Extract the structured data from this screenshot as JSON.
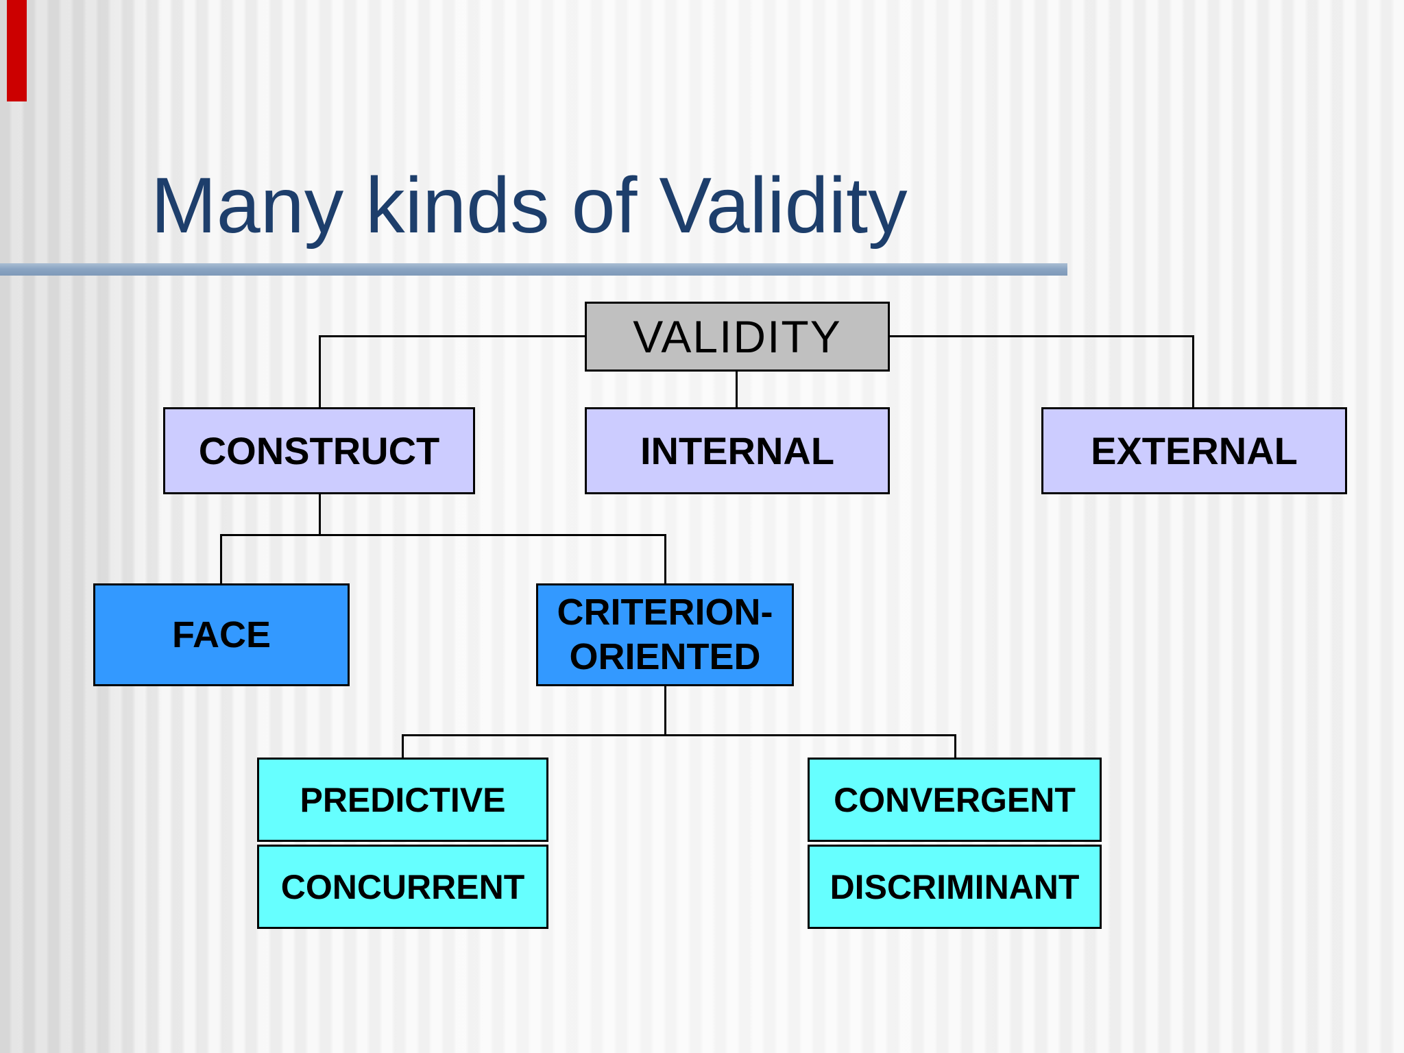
{
  "slide": {
    "title": "Many kinds of Validity",
    "title_color": "#1d3e6b",
    "accent_bar_color": "#cc0000",
    "rule_color": "#8ba5c3",
    "connector_color": "#000000",
    "nodes": {
      "validity": {
        "label": "VALIDITY",
        "fill": "#c0c0c0"
      },
      "construct": {
        "label": "CONSTRUCT",
        "fill": "#ccccff"
      },
      "internal": {
        "label": "INTERNAL",
        "fill": "#ccccff"
      },
      "external": {
        "label": "EXTERNAL",
        "fill": "#ccccff"
      },
      "face": {
        "label": "FACE",
        "fill": "#3399ff"
      },
      "criterion": {
        "label_line1": "CRITERION-",
        "label_line2": "ORIENTED",
        "fill": "#3399ff"
      },
      "predictive": {
        "label": "PREDICTIVE",
        "fill": "#66ffff"
      },
      "concurrent": {
        "label": "CONCURRENT",
        "fill": "#66ffff"
      },
      "convergent": {
        "label": "CONVERGENT",
        "fill": "#66ffff"
      },
      "discriminant": {
        "label": "DISCRIMINANT",
        "fill": "#66ffff"
      }
    }
  }
}
